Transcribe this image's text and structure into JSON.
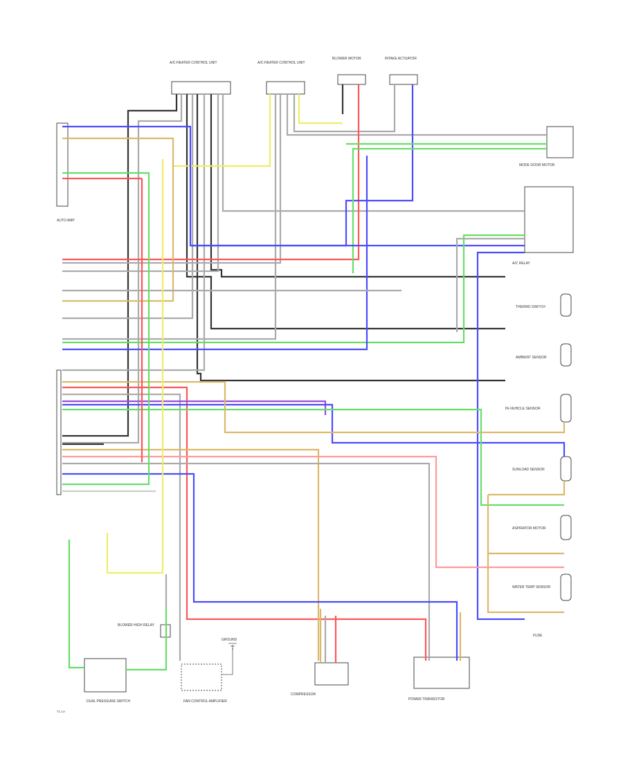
{
  "labels": {
    "top_connector_1": "A/C-HEATER CONTROL UNIT",
    "top_connector_2": "A/C-HEATER CONTROL UNIT",
    "top_connector_3": "BLOWER MOTOR",
    "top_connector_4": "INTAKE ACTUATOR",
    "right_1": "MODE DOOR MOTOR",
    "right_2": "A/C RELAY",
    "right_3": "THERMO SWITCH",
    "right_4": "AMBIENT SENSOR",
    "right_5": "IN-VEHICLE SENSOR",
    "right_6": "SUNLOAD SENSOR",
    "right_7": "ASPIRATOR MOTOR",
    "right_8": "WATER TEMP SENSOR",
    "right_9": "FUSE",
    "bottom_1": "DUAL PRESSURE SWITCH",
    "bottom_2": "FAN CONTROL AMPLIFIER",
    "bottom_3": "COMPRESSOR",
    "bottom_4": "POWER TRANSISTOR",
    "bottom_5": "BLOWER HIGH RELAY",
    "left_unit": "AUTO AMP",
    "page_num": "T1 1A",
    "ground": "GROUND"
  },
  "colors": {
    "black": "#333333",
    "gray": "#aaaaaa",
    "blue": "#4a4aff",
    "red": "#ff5555",
    "green": "#66dd66",
    "yellow": "#eeee66",
    "tan": "#d9b96a",
    "purple": "#9a4ad9",
    "pink": "#ff9a9a",
    "lightgray": "#cccccc"
  }
}
